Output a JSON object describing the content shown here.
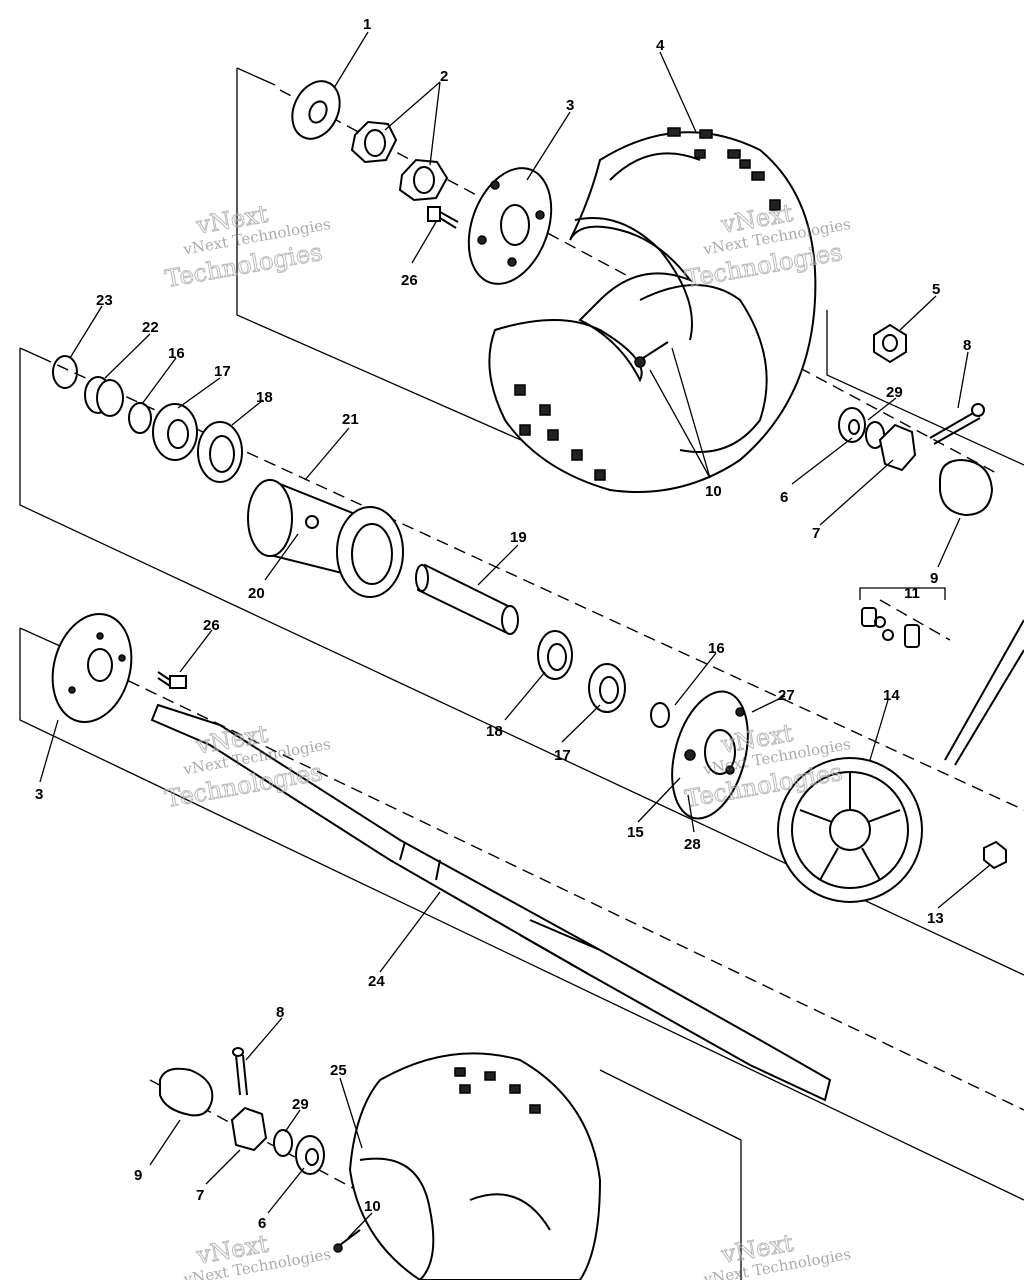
{
  "callouts": {
    "c1": "1",
    "c2": "2",
    "c3_top": "3",
    "c4": "4",
    "c5": "5",
    "c6_top": "6",
    "c7_top": "7",
    "c8_top": "8",
    "c9_top": "9",
    "c10_top": "10",
    "c11": "11",
    "c13": "13",
    "c14": "14",
    "c15": "15",
    "c16_a": "16",
    "c16_b": "16",
    "c17_a": "17",
    "c17_b": "17",
    "c18_a": "18",
    "c18_b": "18",
    "c19": "19",
    "c20": "20",
    "c21": "21",
    "c22": "22",
    "c23": "23",
    "c24": "24",
    "c25": "25",
    "c26_top": "26",
    "c26_mid": "26",
    "c27": "27",
    "c28": "28",
    "c29_top": "29",
    "c3_mid": "3",
    "c8_bot": "8",
    "c9_bot": "9",
    "c7_bot": "7",
    "c29_bot": "29",
    "c6_bot": "6",
    "c10_bot": "10"
  },
  "watermark": {
    "small": "vNext Technologies",
    "big_line1": "vNext",
    "big_line2": "Technologies"
  }
}
